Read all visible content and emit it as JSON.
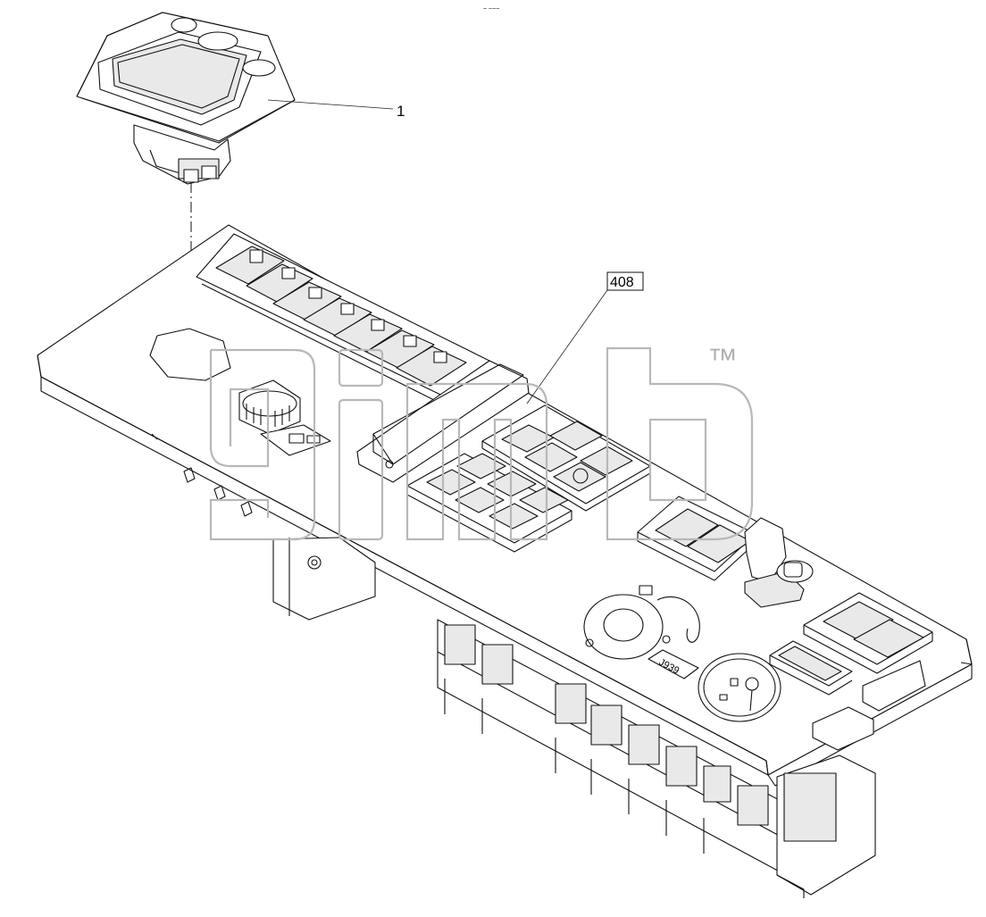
{
  "top_mark": "~ ~~~",
  "callouts": [
    {
      "id": "part-1",
      "label": "1"
    },
    {
      "id": "part-408",
      "label": "408"
    }
  ],
  "plate_label": "J939",
  "watermark": {
    "letters": "gimb",
    "trademark": "™",
    "color": "#b8b8b8"
  },
  "colors": {
    "line": "#111111",
    "background": "#ffffff"
  }
}
